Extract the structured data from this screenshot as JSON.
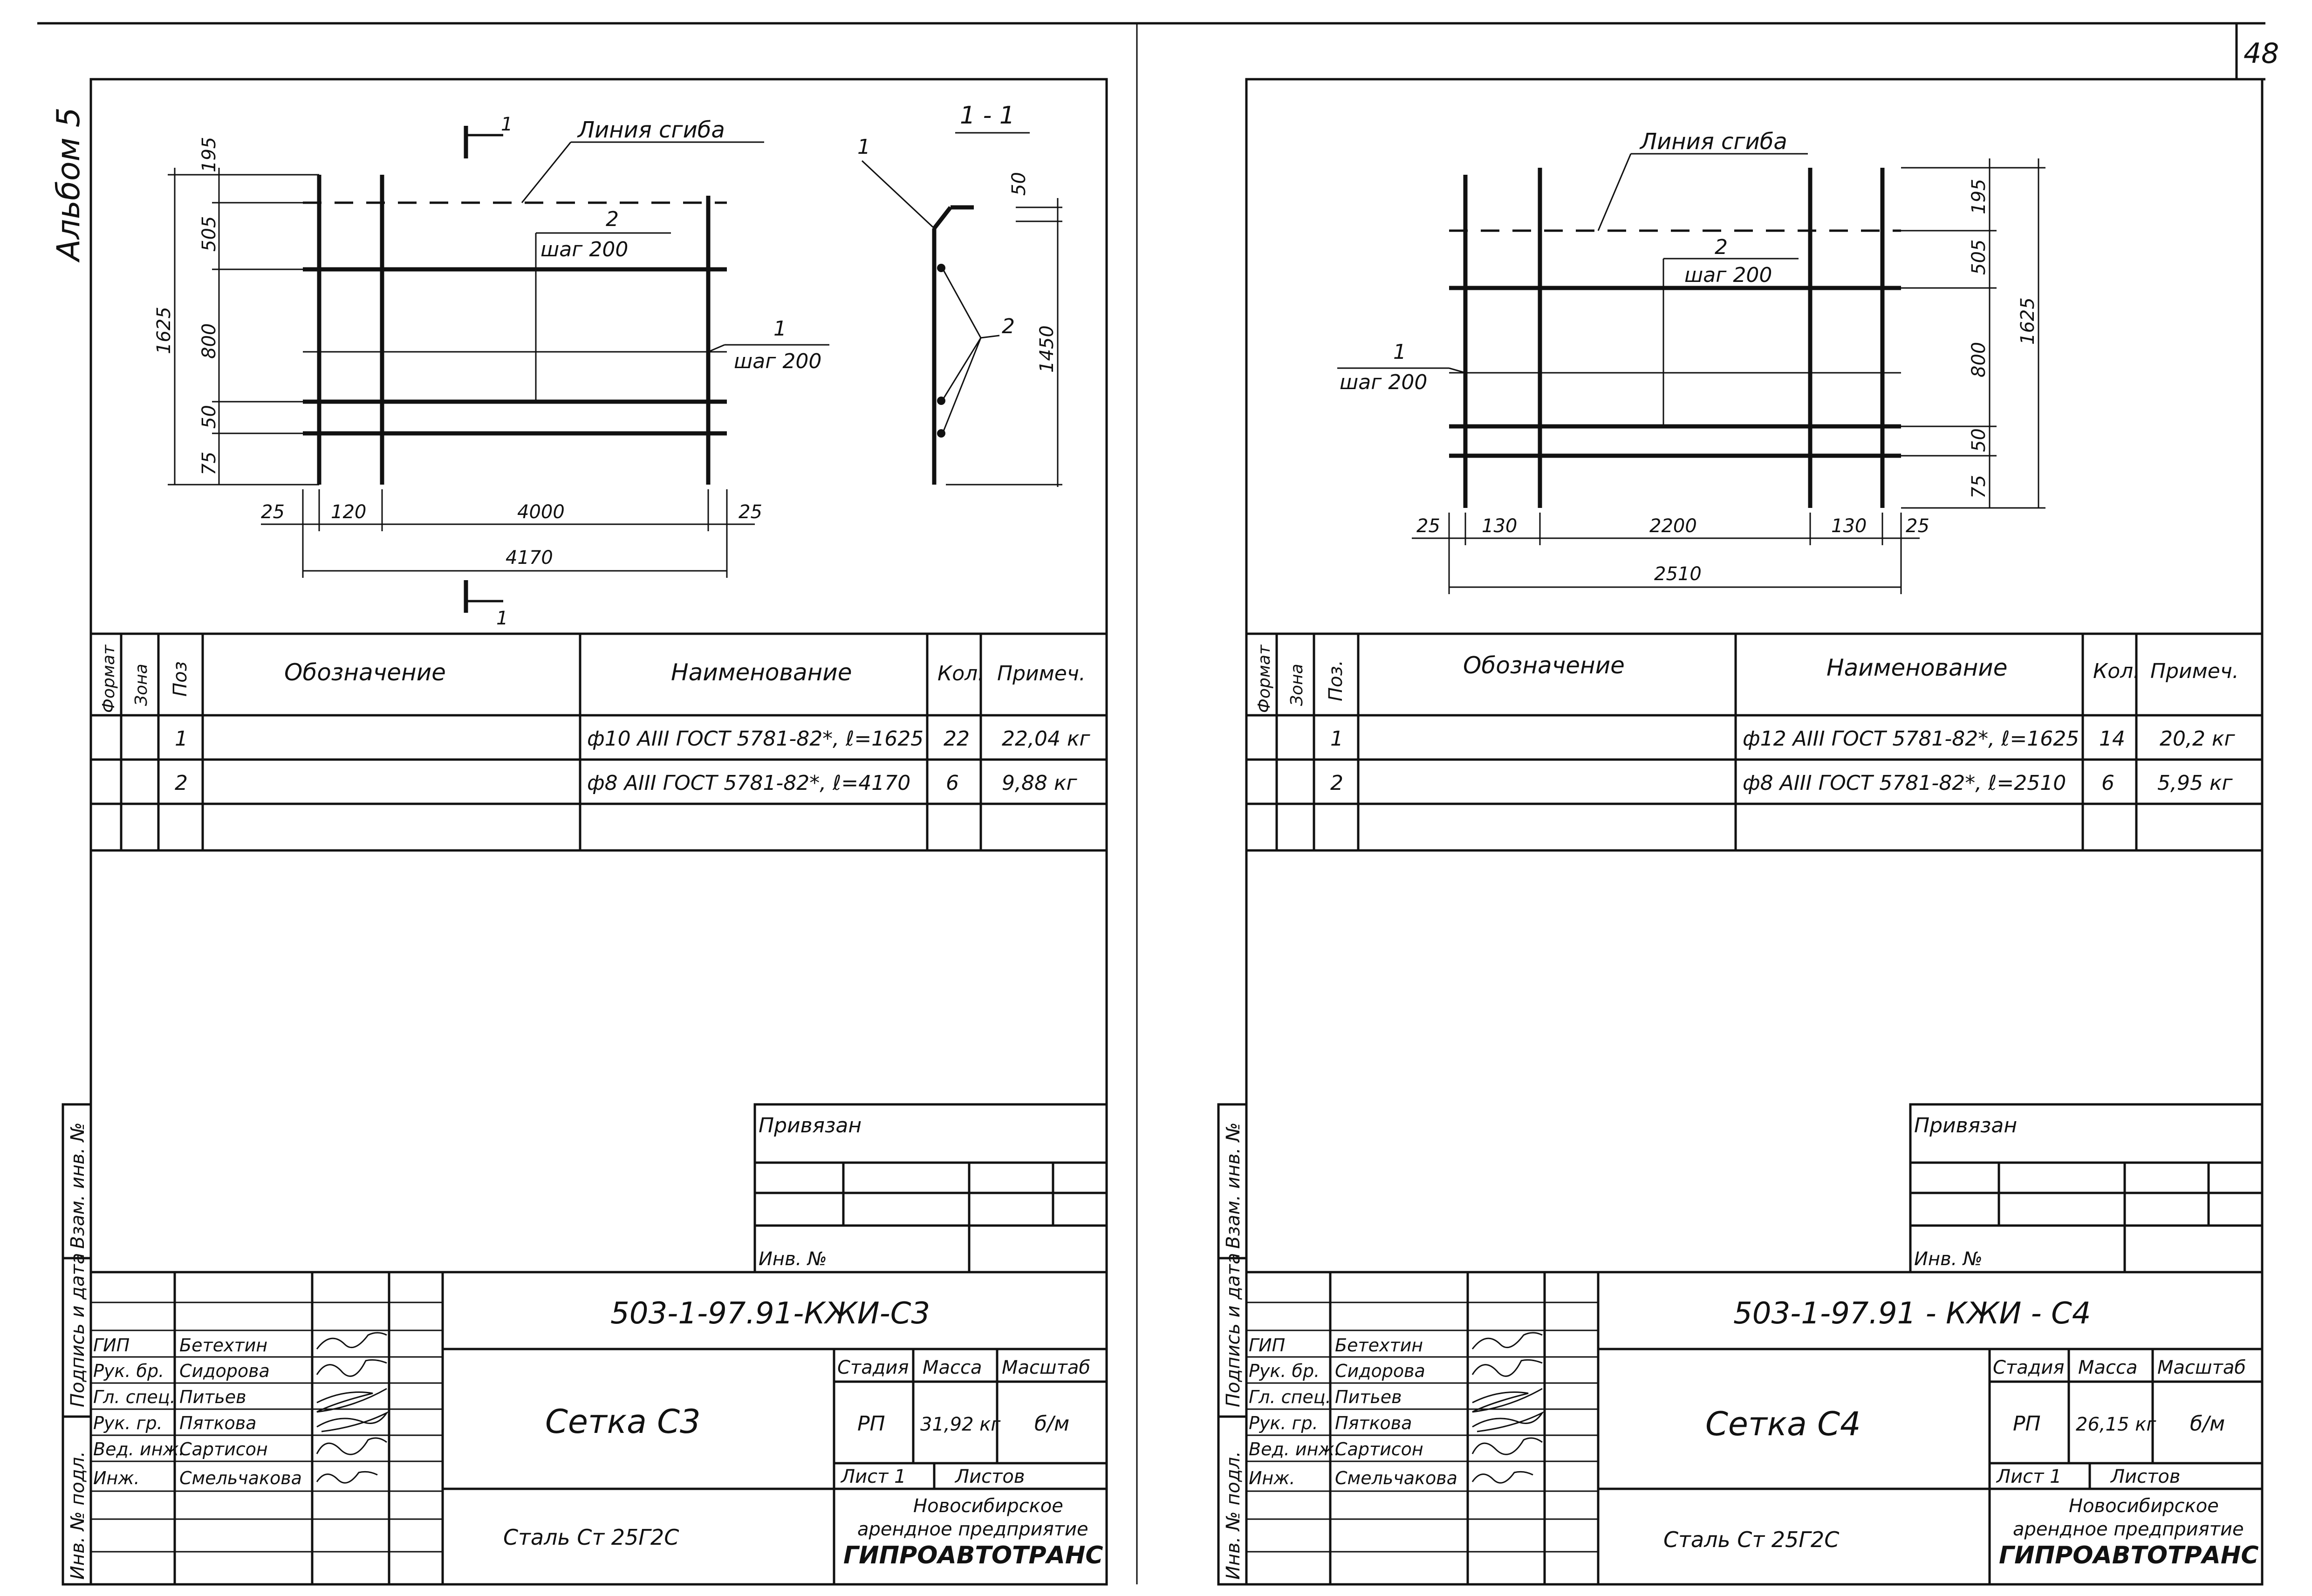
{
  "page_number": "48",
  "album_label": "Альбом 5",
  "side_labels": {
    "vzam_inv": "Взам. инв. №",
    "podpis_data": "Подпись и дата",
    "inv_podl": "Инв. № подл."
  },
  "spec_headers": {
    "format": "Формат",
    "zona": "Зона",
    "poz": "Поз",
    "poz_right": "Поз.",
    "oboznachenie": "Обозначение",
    "naimenovanie": "Наименование",
    "kol": "Кол.",
    "primech": "Примеч."
  },
  "left_sheet": {
    "section_label": "1 - 1",
    "bend_line": "Линия сгиба",
    "section_mark": "1",
    "callout_2": "2",
    "callout_1": "1",
    "step_2": "шаг 200",
    "step_1": "шаг 200",
    "dims_vertical": [
      "195",
      "505",
      "800",
      "50",
      "75",
      "1625"
    ],
    "dims_horizontal": [
      "25",
      "120",
      "4000",
      "25",
      "4170"
    ],
    "section_dims": [
      "50",
      "1450"
    ],
    "section_pos_1": "1",
    "section_pos_2": "2",
    "spec_rows": [
      {
        "poz": "1",
        "name": "ф10 АIII  ГОСТ 5781-82*, ℓ=1625",
        "kol": "22",
        "prim": "22,04 кг"
      },
      {
        "poz": "2",
        "name": "ф8 АIII  ГОСТ 5781-82*, ℓ=4170",
        "kol": "6",
        "prim": "9,88 кг"
      }
    ],
    "privyazan": "Привязан",
    "inv_no": "Инв. №",
    "code": "503-1-97.91-КЖИ-С3",
    "roles": [
      "ГИП",
      "Рук. бр.",
      "Гл. спец.",
      "Рук. гр.",
      "Вед. инж.",
      "Инж."
    ],
    "names": [
      "Бетехтин",
      "Сидорова",
      "Питьев",
      "Пяткова",
      "Сартисон",
      "Смельчакова"
    ],
    "title": "Сетка С3",
    "stadia_h": "Стадия",
    "massa_h": "Масса",
    "masshtab_h": "Масштаб",
    "stadia": "РП",
    "massa": "31,92 кг",
    "masshtab": "б/м",
    "list": "Лист 1",
    "listov": "Листов",
    "material": "Сталь Ст 25Г2С",
    "org_line1": "Новосибирское",
    "org_line2": "арендное предприятие",
    "org_line3": "ГИПРОАВТОТРАНС"
  },
  "right_sheet": {
    "bend_line": "Линия сгиба",
    "callout_2": "2",
    "callout_1": "1",
    "step_2": "шаг 200",
    "step_1": "шаг 200",
    "dims_vertical": [
      "195",
      "505",
      "800",
      "50",
      "75",
      "1625"
    ],
    "dims_horizontal": [
      "25",
      "130",
      "2200",
      "130",
      "25",
      "2510"
    ],
    "spec_rows": [
      {
        "poz": "1",
        "name": "ф12 АIII  ГОСТ 5781-82*, ℓ=1625",
        "kol": "14",
        "prim": "20,2 кг"
      },
      {
        "poz": "2",
        "name": "ф8 АIII  ГОСТ 5781-82*, ℓ=2510",
        "kol": "6",
        "prim": "5,95 кг"
      }
    ],
    "privyazan": "Привязан",
    "inv_no": "Инв. №",
    "code": "503-1-97.91 - КЖИ - С4",
    "roles": [
      "ГИП",
      "Рук. бр.",
      "Гл. спец.",
      "Рук. гр.",
      "Вед. инж.",
      "Инж."
    ],
    "names": [
      "Бетехтин",
      "Сидорова",
      "Питьев",
      "Пяткова",
      "Сартисон",
      "Смельчакова"
    ],
    "title": "Сетка С4",
    "stadia_h": "Стадия",
    "massa_h": "Масса",
    "masshtab_h": "Масштаб",
    "stadia": "РП",
    "massa": "26,15 кг",
    "masshtab": "б/м",
    "list": "Лист 1",
    "listov": "Листов",
    "material": "Сталь Ст 25Г2С",
    "org_line1": "Новосибирское",
    "org_line2": "арендное предприятие",
    "org_line3": "ГИПРОАВТОТРАНС"
  }
}
